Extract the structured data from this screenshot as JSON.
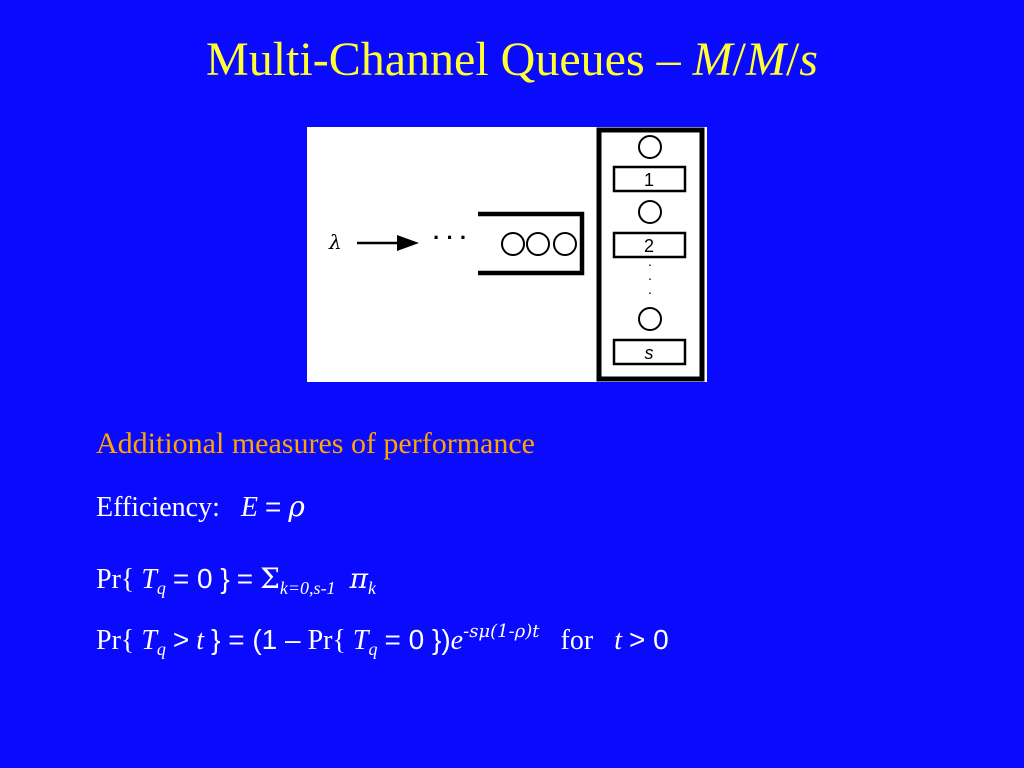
{
  "title": {
    "prefix": "Multi-Channel Queues –",
    "model_m1": "M",
    "slash1": "/",
    "model_m2": "M",
    "slash2": "/",
    "model_s": "s"
  },
  "diagram": {
    "arrival_rate_symbol": "λ",
    "ellipsis": "· · ·",
    "servers": [
      {
        "label": "1"
      },
      {
        "label": "2"
      },
      {
        "label": "s"
      }
    ],
    "vertical_ellipsis": "·"
  },
  "subheading": "Additional measures of performance",
  "efficiency": {
    "label": "Efficiency:",
    "var": "E",
    "eq": "=",
    "rho": "ρ"
  },
  "prob_zero": {
    "pr": "Pr{",
    "T": "T",
    "q_sub": "q",
    "eq0": "= 0 }",
    "eq": "=",
    "sigma": "Σ",
    "sum_sub": "k=0,s-1",
    "pi": "π",
    "pi_sub": "k"
  },
  "prob_greater": {
    "pr": "Pr{",
    "T": "T",
    "q_sub": "q",
    "gt": ">",
    "t": "t",
    "close_eq": "} = (1 –",
    "pr2": "Pr{",
    "T2": "T",
    "q_sub2": "q",
    "eq0": "= 0 })",
    "e": "e",
    "exponent": "-sμ(1-ρ)t",
    "for_label": "for",
    "t2": "t",
    "gt0": "> 0"
  }
}
